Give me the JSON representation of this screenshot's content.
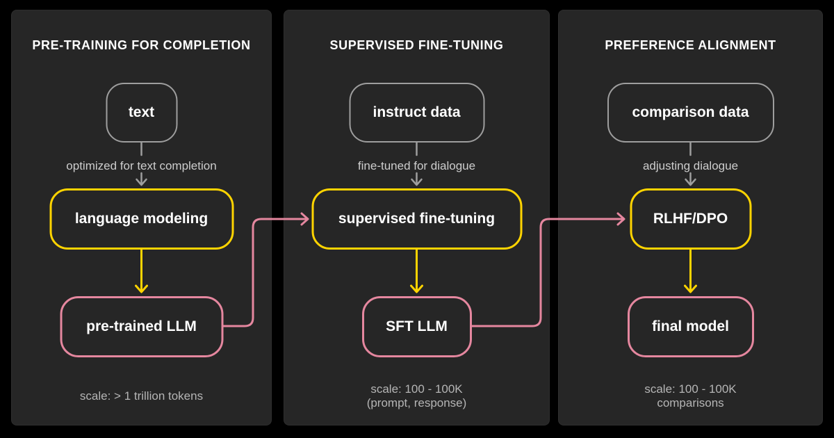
{
  "colors": {
    "background": "#000000",
    "panel_background": "#262626",
    "stage_accent_yellow": "#ffd400",
    "model_accent_pink": "#e5879f",
    "input_border_gray": "#9e9e9e",
    "title_text": "#ffffff",
    "label_text": "#cdcdcd",
    "scale_text": "#b5b5b5"
  },
  "panels": [
    {
      "title": "PRE-TRAINING FOR COMPLETION",
      "input_box": "text",
      "arrow_label": "optimized for text completion",
      "stage_box": "language modeling",
      "output_box": "pre-trained LLM",
      "scale_line1": "scale: > 1 trillion tokens",
      "scale_line2": ""
    },
    {
      "title": "SUPERVISED FINE-TUNING",
      "input_box": "instruct data",
      "arrow_label": "fine-tuned for dialogue",
      "stage_box": "supervised fine-tuning",
      "output_box": "SFT LLM",
      "scale_line1": "scale: 100 - 100K",
      "scale_line2": "(prompt, response)"
    },
    {
      "title": "PREFERENCE ALIGNMENT",
      "input_box": "comparison data",
      "arrow_label": "adjusting dialogue",
      "stage_box": "RLHF/DPO",
      "output_box": "final model",
      "scale_line1": "scale: 100 - 100K",
      "scale_line2": "comparisons"
    }
  ]
}
